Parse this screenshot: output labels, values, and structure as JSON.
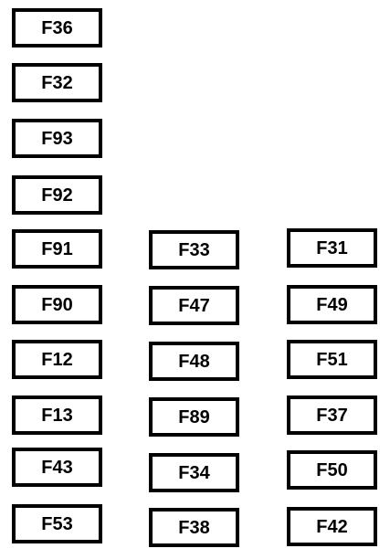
{
  "diagram": {
    "columns": [
      {
        "fuses": [
          "F36",
          "F32",
          "F93",
          "F92",
          "F91",
          "F90",
          "F12",
          "F13",
          "F43",
          "F53"
        ]
      },
      {
        "fuses": [
          "F33",
          "F47",
          "F48",
          "F89",
          "F34",
          "F38"
        ]
      },
      {
        "fuses": [
          "F31",
          "F49",
          "F51",
          "F37",
          "F50",
          "F42"
        ]
      }
    ]
  }
}
